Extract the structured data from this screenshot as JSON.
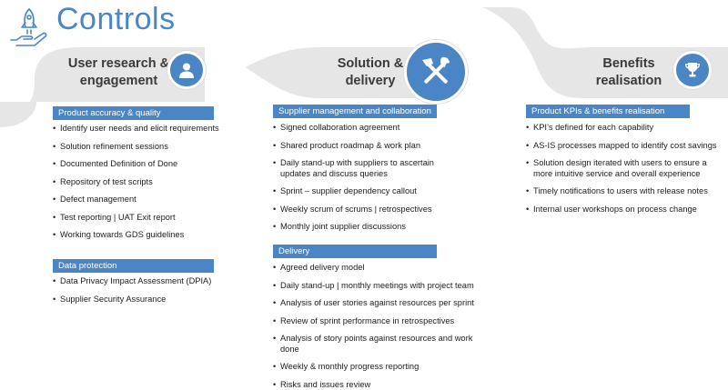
{
  "page": {
    "title": "Controls"
  },
  "colors": {
    "accent": "#4a86c5",
    "band": "#e3e3e3"
  },
  "stages": [
    {
      "title_line1": "User research &",
      "title_line2": "engagement",
      "icon": "user-icon",
      "sections": [
        {
          "header": "Product accuracy & quality",
          "items": [
            "Identify user needs and elicit requirements",
            "Solution refinement sessions",
            "Documented Definition of Done",
            "Repository of test scripts",
            "Defect management",
            "Test reporting | UAT Exit report",
            "Working towards GDS guidelines"
          ]
        },
        {
          "header": "Data protection",
          "items": [
            "Data Privacy Impact Assessment (DPIA)",
            "Supplier Security Assurance"
          ]
        }
      ]
    },
    {
      "title_line1": "Solution &",
      "title_line2": "delivery",
      "icon": "tools-icon",
      "sections": [
        {
          "header": "Supplier management and collaboration",
          "items": [
            "Signed collaboration agreement",
            "Shared product roadmap & work plan",
            "Daily stand-up with suppliers to ascertain updates and discuss queries",
            "Sprint – supplier dependency callout",
            "Weekly scrum of scrums | retrospectives",
            "Monthly joint supplier discussions"
          ]
        },
        {
          "header": "Delivery",
          "items": [
            "Agreed delivery model",
            "Daily stand-up | monthly meetings with project team",
            "Analysis of user stories against resources per sprint",
            "Review of sprint performance in retrospectives",
            "Analysis of story points against resources and work done",
            "Weekly & monthly progress reporting",
            "Risks and issues review"
          ]
        }
      ]
    },
    {
      "title_line1": "Benefits",
      "title_line2": "realisation",
      "icon": "trophy-icon",
      "sections": [
        {
          "header": "Product KPIs & benefits realisation",
          "items": [
            "KPI’s defined for each capability",
            "AS-IS processes mapped to identify cost savings",
            "Solution design iterated with users to ensure a more intuitive service and overall experience",
            "Timely notifications to users with release notes",
            "Internal user workshops on process change"
          ]
        }
      ]
    }
  ]
}
